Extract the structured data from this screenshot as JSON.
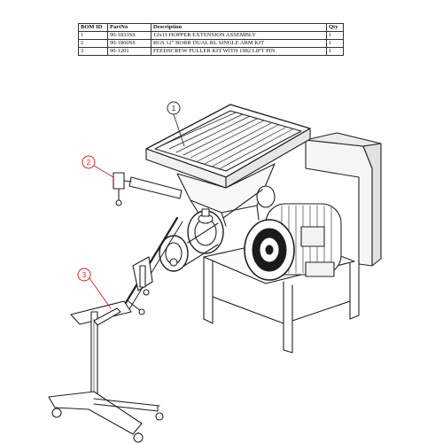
{
  "bom_table": {
    "headers": [
      "BOM ID",
      "PartNo",
      "Description",
      "Qty"
    ],
    "rows": [
      [
        "1",
        "90-1833SS",
        "12x11 HOPPER EXTENSION ASSEMBLY",
        "1"
      ],
      [
        "2",
        "90-1860SS",
        "RGS 12\" BORR DUAL RL SINGLE ARM KIT",
        "1"
      ],
      [
        "3",
        "90-1201",
        "FEEDSCREW PULLER KIT WITH 1982 LIFT PIN",
        "1"
      ]
    ]
  },
  "callouts": [
    {
      "id": "1",
      "color": "#333333"
    },
    {
      "id": "2",
      "color": "#cc2222"
    },
    {
      "id": "3",
      "color": "#cc2222"
    }
  ]
}
